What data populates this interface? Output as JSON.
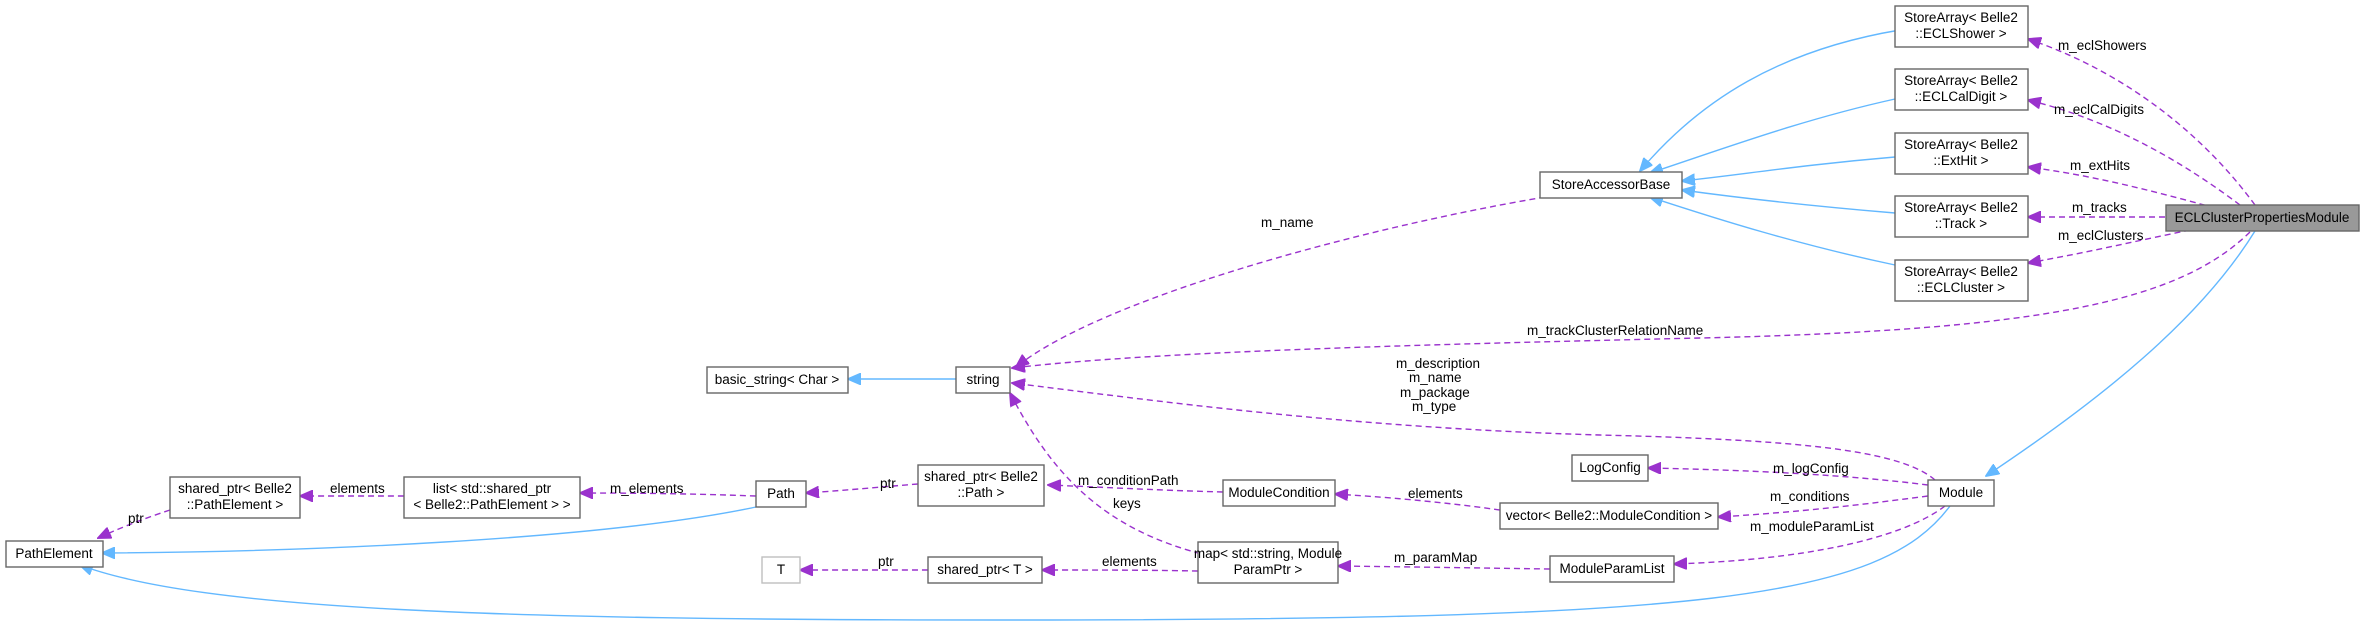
{
  "nodes": {
    "ecl_cluster_properties_module": "ECLClusterPropertiesModule",
    "store_array_eclshower": [
      "StoreArray< Belle2",
      "::ECLShower >"
    ],
    "store_array_eclcaldigit": [
      "StoreArray< Belle2",
      "::ECLCalDigit >"
    ],
    "store_array_exthit": [
      "StoreArray< Belle2",
      "::ExtHit >"
    ],
    "store_array_track": [
      "StoreArray< Belle2",
      "::Track >"
    ],
    "store_array_eclcluster": [
      "StoreArray< Belle2",
      "::ECLCluster >"
    ],
    "store_accessor_base": "StoreAccessorBase",
    "string": "string",
    "basic_string": "basic_string< Char >",
    "module": "Module",
    "log_config": "LogConfig",
    "vector_module_condition": "vector< Belle2::ModuleCondition >",
    "module_condition": "ModuleCondition",
    "shared_ptr_path": [
      "shared_ptr< Belle2",
      "::Path >"
    ],
    "path": "Path",
    "list_shared_ptr": [
      "list< std::shared_ptr",
      "< Belle2::PathElement > >"
    ],
    "shared_ptr_pathelement": [
      "shared_ptr< Belle2",
      "::PathElement >"
    ],
    "path_element": "PathElement",
    "module_param_list": "ModuleParamList",
    "map_module_param": [
      "map< std::string, Module",
      "ParamPtr >"
    ],
    "shared_ptr_t": "shared_ptr< T >",
    "t": "T"
  },
  "edge_labels": {
    "m_eclShowers": "m_eclShowers",
    "m_eclCalDigits": "m_eclCalDigits",
    "m_extHits": "m_extHits",
    "m_tracks": "m_tracks",
    "m_eclClusters": "m_eclClusters",
    "m_name": "m_name",
    "m_trackClusterRelationName": "m_trackClusterRelationName",
    "module_strings": [
      "m_description",
      "m_name",
      "m_package",
      "m_type"
    ],
    "m_logConfig": "m_logConfig",
    "m_conditions": "m_conditions",
    "m_moduleParamList": "m_moduleParamList",
    "elements_condition": "elements",
    "m_conditionPath": "m_conditionPath",
    "ptr_path": "ptr",
    "m_elements": "m_elements",
    "elements_pathelement": "elements",
    "ptr_pathelement": "ptr",
    "keys": "keys",
    "m_paramMap": "m_paramMap",
    "elements_map": "elements",
    "ptr_t": "ptr"
  },
  "colors": {
    "inheritance": "#63b8ff",
    "usage": "#9a32cd",
    "node_border": "#666666",
    "focus_fill": "#999999"
  }
}
